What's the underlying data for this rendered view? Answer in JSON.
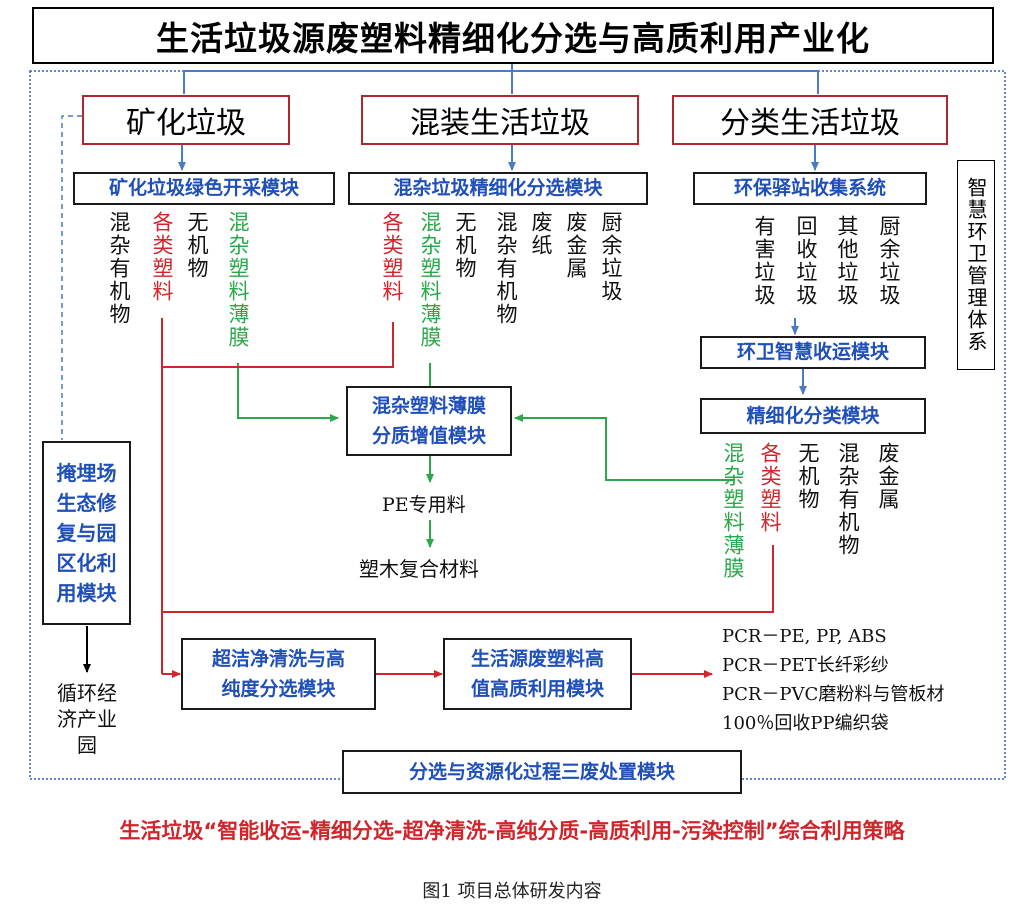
{
  "title": "生活垃圾源废塑料精细化分选与高质利用产业化",
  "categories": {
    "mineral": "矿化垃圾",
    "mixed": "混装生活垃圾",
    "sorted": "分类生活垃圾"
  },
  "modules": {
    "green_mining": "矿化垃圾绿色开采模块",
    "fine_sorting": "混杂垃圾精细化分选模块",
    "eco_station": "环保驿站收集系统",
    "smart_transport": "环卫智慧收运模块",
    "fine_classify": "精细化分类模块",
    "film_line1": "混杂塑料薄膜",
    "film_line2": "分质增值模块",
    "landfill_line1": "掩埋场",
    "landfill_line2": "生态修",
    "landfill_line3": "复与园",
    "landfill_line4": "区化利",
    "landfill_line5": "用模块",
    "wash_line1": "超洁净清洗与高",
    "wash_line2": "纯度分选模块",
    "hq_line1": "生活源废塑料高",
    "hq_line2": "值高质利用模块",
    "waste_treatment": "分选与资源化过程三废处置模块"
  },
  "smart_system": "智慧环卫管理体系",
  "mineral_outputs": [
    "混杂有机物",
    "各类塑料",
    "无机物",
    "混杂塑料薄膜"
  ],
  "mixed_outputs": [
    "各类塑料",
    "混杂塑料薄膜",
    "无机物",
    "混杂有机物",
    "废纸",
    "废金属",
    "厨余垃圾"
  ],
  "sorted_outputs": [
    "有害垃圾",
    "回收垃圾",
    "其他垃圾",
    "厨余垃圾"
  ],
  "classify_outputs": [
    "混杂塑料薄膜",
    "各类塑料",
    "无机物",
    "混杂有机物",
    "废金属"
  ],
  "film_products": [
    "PE专用料",
    "塑木复合材料"
  ],
  "circular_park_line1": "循环经",
  "circular_park_line2": "济产业",
  "circular_park_line3": "园",
  "hq_products": [
    "PCR－PE, PP, ABS",
    "PCR－PET长纤彩纱",
    "PCR－PVC磨粉料与管板材",
    "100％回收PP编织袋"
  ],
  "strategy": "生活垃圾“智能收运-精细分选-超净清洗-高纯分质-高质利用-污染控制”综合利用策略",
  "caption": "图1 项目总体研发内容"
}
